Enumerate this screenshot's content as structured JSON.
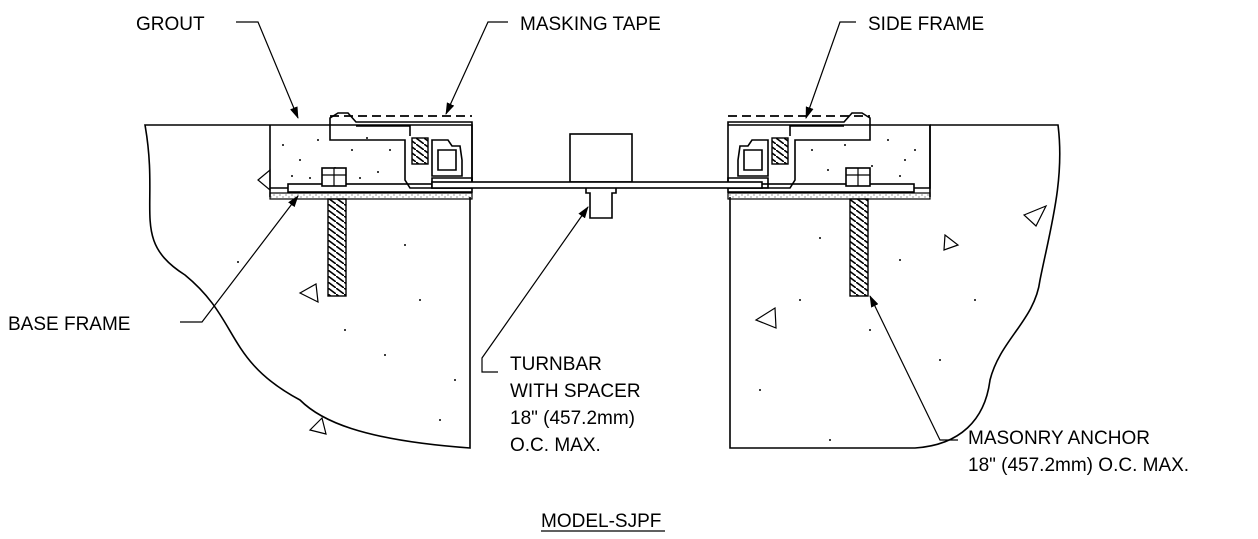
{
  "labels": {
    "grout": "GROUT",
    "masking_tape": "MASKING TAPE",
    "side_frame": "SIDE FRAME",
    "base_frame": "BASE FRAME",
    "turnbar": [
      "TURNBAR",
      "WITH SPACER",
      "18\" (457.2mm)",
      "O.C. MAX."
    ],
    "masonry_anchor": [
      "MASONRY ANCHOR",
      "18\" (457.2mm) O.C. MAX."
    ],
    "title": "MODEL-SJPF"
  }
}
